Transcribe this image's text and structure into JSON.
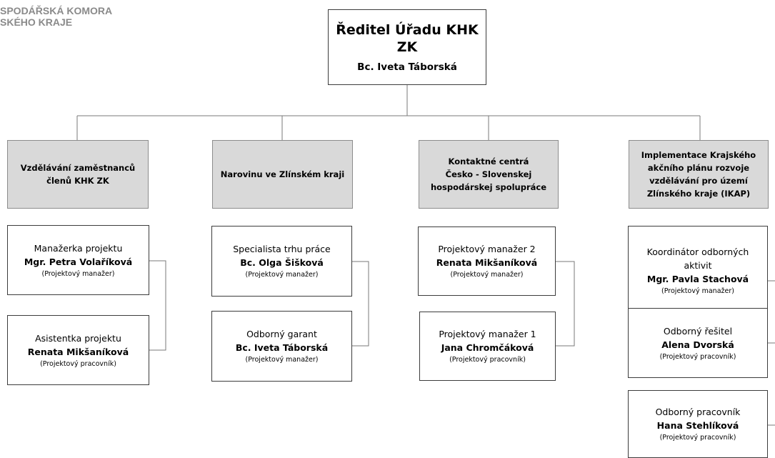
{
  "organization": {
    "line1": "SPODÁŘSKÁ KOMORA",
    "line2": "SKÉHO KRAJE"
  },
  "director": {
    "title": "Ředitel Úřadu KHK ZK",
    "name": "Bc. Iveta Táborská"
  },
  "projects": [
    {
      "title": "Vzdělávání zaměstnanců\nčlenů KHK ZK",
      "staff": [
        {
          "role": "Manažerka projektu",
          "name": "Mgr. Petra Volaříková",
          "type": "(Projektový manažer)"
        },
        {
          "role": "Asistentka projektu",
          "name": "Renata Mikšaníková",
          "type": "(Projektový pracovník)"
        }
      ]
    },
    {
      "title": "Narovinu ve Zlínském kraji",
      "staff": [
        {
          "role": "Specialista trhu práce",
          "name": "Bc. Olga Šišková",
          "type": "(Projektový manažer)"
        },
        {
          "role": "Odborný garant",
          "name": "Bc. Iveta Táborská",
          "type": "(Projektový manažer)"
        }
      ]
    },
    {
      "title": "Kontaktné centrá\nČesko - Slovenskej\nhospodárskej spolupráce",
      "staff": [
        {
          "role": "Projektový manažer 2",
          "name": "Renata Mikšaníková",
          "type": "(Projektový manažer)"
        },
        {
          "role": "Projektový manažer 1",
          "name": "Jana Chromčáková",
          "type": "(Projektový pracovník)"
        }
      ]
    },
    {
      "title": "Implementace Krajského\nakčního plánu rozvoje\nvzdělávání pro území\nZlínského kraje (IKAP)",
      "staff": [
        {
          "role": "Koordinátor odborných\naktivit",
          "name": "Mgr. Pavla Stachová",
          "type": "(Projektový manažer)"
        },
        {
          "role": "Odborný řešitel",
          "name": "Alena Dvorská",
          "type": "(Projektový pracovník)"
        },
        {
          "role": "Odborný pracovník",
          "name": "Hana Stehlíková",
          "type": "(Projektový pracovník)"
        }
      ]
    }
  ]
}
